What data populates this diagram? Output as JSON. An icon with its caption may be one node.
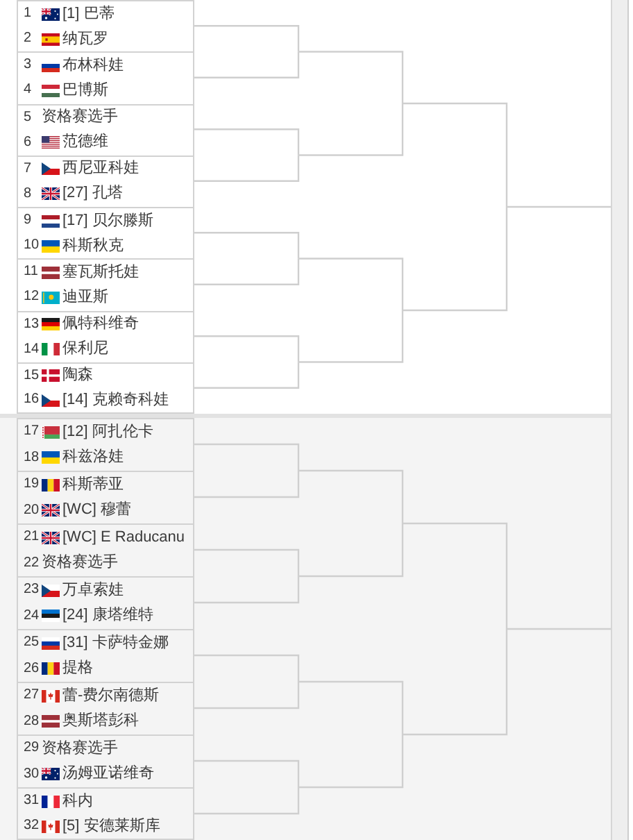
{
  "diagram": {
    "nodes": [
      {
        "text": [],
        "shape": "box"
      },
      {
        "text": [],
        "shape": "box",
        "in": 0
      },
      {
        "text": [
          "1",
          "[1] 巴蒂"
        ],
        "in": 1
      },
      {
        "text": [
          "2",
          "纳瓦罗"
        ],
        "in": 1
      },
      {
        "text": [],
        "shape": "box",
        "in": 0
      },
      {
        "text": [
          "3",
          "布林科娃"
        ],
        "in": 4
      },
      {
        "text": [
          "4",
          "巴博斯"
        ],
        "in": 4
      },
      {
        "text": [],
        "shape": "box",
        "in": 0
      },
      {
        "text": [
          "5",
          "资格赛选手"
        ],
        "in": 7
      },
      {
        "text": [
          "6",
          "范德维"
        ],
        "in": 7
      },
      {
        "text": [],
        "shape": "box",
        "in": 0
      },
      {
        "text": [
          "7",
          "西尼亚科娃"
        ],
        "in": 10
      },
      {
        "text": [
          "8",
          "[27] 孔塔"
        ],
        "in": 10
      },
      {
        "text": [],
        "shape": "box",
        "in": 0
      },
      {
        "text": [
          "9",
          "[17] 贝尔滕斯"
        ],
        "in": 13
      },
      {
        "text": [
          "10",
          "科斯秋克"
        ],
        "in": 13
      },
      {
        "text": [],
        "shape": "box",
        "in": 0
      },
      {
        "text": [
          "11",
          "塞瓦斯托娃"
        ],
        "in": 16
      },
      {
        "text": [
          "12",
          "迪亚斯"
        ],
        "in": 16
      },
      {
        "text": [],
        "shape": "box",
        "in": 0
      },
      {
        "text": [
          "13",
          "佩特科维奇"
        ],
        "in": 19
      },
      {
        "text": [
          "14",
          "保利尼"
        ],
        "in": 19
      },
      {
        "text": [],
        "shape": "box",
        "in": 0
      },
      {
        "text": [
          "15",
          "陶森"
        ],
        "in": 22
      },
      {
        "text": [
          "16",
          "[14] 克赖奇科娃"
        ],
        "in": 22
      },
      {
        "text": [],
        "shape": "box"
      },
      {
        "text": [],
        "shape": "box",
        "in": 25
      },
      {
        "text": [
          "17",
          "[12] 阿扎伦卡"
        ],
        "in": 26
      },
      {
        "text": [
          "18",
          "科兹洛娃"
        ],
        "in": 26
      },
      {
        "text": [],
        "shape": "box",
        "in": 25
      },
      {
        "text": [
          "19",
          "科斯蒂亚"
        ],
        "in": 29
      },
      {
        "text": [
          "20",
          "[WC] 穆蕾"
        ],
        "in": 29
      },
      {
        "text": [],
        "shape": "box",
        "in": 25
      },
      {
        "text": [
          "21",
          "[WC] E Raducanu"
        ],
        "in": 32
      },
      {
        "text": [
          "22",
          "资格赛选手"
        ],
        "in": 32
      },
      {
        "text": [],
        "shape": "box",
        "in": 25
      },
      {
        "text": [
          "23",
          "万卓索娃"
        ],
        "in": 35
      },
      {
        "text": [
          "24",
          "[24] 康塔维特"
        ],
        "in": 35
      },
      {
        "text": [],
        "shape": "box",
        "in": 25
      },
      {
        "text": [
          "25",
          "[31] 卡萨特金娜"
        ],
        "in": 38
      },
      {
        "text": [
          "26",
          "提格"
        ],
        "in": 38
      },
      {
        "text": [],
        "shape": "box",
        "in": 25
      },
      {
        "text": [
          "27",
          "蕾-费尔南德斯"
        ],
        "in": 41
      },
      {
        "text": [
          "28",
          "奥斯塔彭科"
        ],
        "in": 41
      },
      {
        "text": [],
        "shape": "box",
        "in": 25
      },
      {
        "text": [
          "29",
          "资格赛选手"
        ],
        "in": 44
      },
      {
        "text": [
          "30",
          "汤姆亚诺维奇"
        ],
        "in": 44
      },
      {
        "text": [],
        "shape": "box",
        "in": 25
      },
      {
        "text": [
          "31",
          "科内"
        ],
        "in": 47
      },
      {
        "text": [
          "32",
          "[5] 安德莱斯库"
        ],
        "in": 47
      },
      {
        "text": [],
        "shape": "box"
      }
    ],
    "edges": [
      {
        "from": 1,
        "to": 50,
        "arrow": "none"
      },
      {
        "from": 4,
        "to": 50,
        "arrow": "none"
      },
      {
        "from": 7,
        "to": 50,
        "arrow": "none"
      },
      {
        "from": 10,
        "to": 50,
        "arrow": "none"
      },
      {
        "from": 13,
        "to": 50,
        "arrow": "none"
      },
      {
        "from": 16,
        "to": 50,
        "arrow": "none"
      },
      {
        "from": 19,
        "to": 50,
        "arrow": "none"
      },
      {
        "from": 22,
        "to": 50,
        "arrow": "none"
      },
      {
        "from": 26,
        "to": 50,
        "arrow": "none"
      },
      {
        "from": 29,
        "to": 50,
        "arrow": "none"
      },
      {
        "from": 32,
        "to": 50,
        "arrow": "none"
      },
      {
        "from": 35,
        "to": 50,
        "arrow": "none"
      },
      {
        "from": 38,
        "to": 50,
        "arrow": "none"
      },
      {
        "from": 41,
        "to": 50,
        "arrow": "none"
      },
      {
        "from": 44,
        "to": 50,
        "arrow": "none"
      },
      {
        "from": 47,
        "to": 50,
        "arrow": "none"
      }
    ]
  }
}
